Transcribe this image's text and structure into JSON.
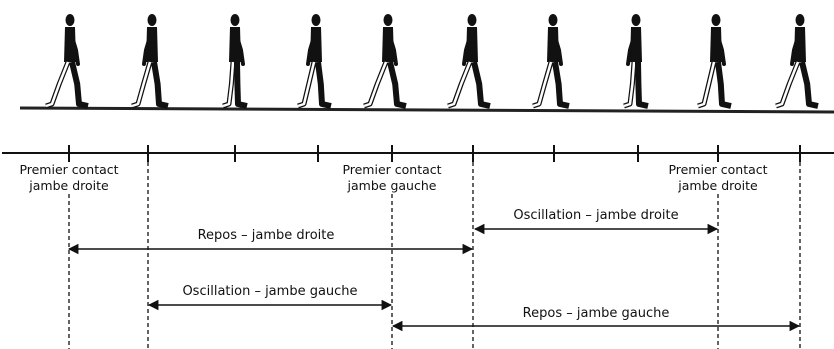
{
  "colors": {
    "ink": "#111111",
    "limb_light": "#ffffff",
    "background": "#ffffff"
  },
  "figure_strip": {
    "figure_count": 10,
    "figure_icon": "walking-person-silhouette"
  },
  "contact_labels": [
    {
      "line1": "Premier contact",
      "line2": "jambe droite"
    },
    {
      "line1": "Premier contact",
      "line2": "jambe gauche"
    },
    {
      "line1": "Premier contact",
      "line2": "jambe droite"
    }
  ],
  "phases": {
    "repos_droite": "Repos – jambe droite",
    "oscillation_droite": "Oscillation – jambe droite",
    "oscillation_gauche": "Oscillation – jambe gauche",
    "repos_gauche": "Repos – jambe gauche"
  }
}
